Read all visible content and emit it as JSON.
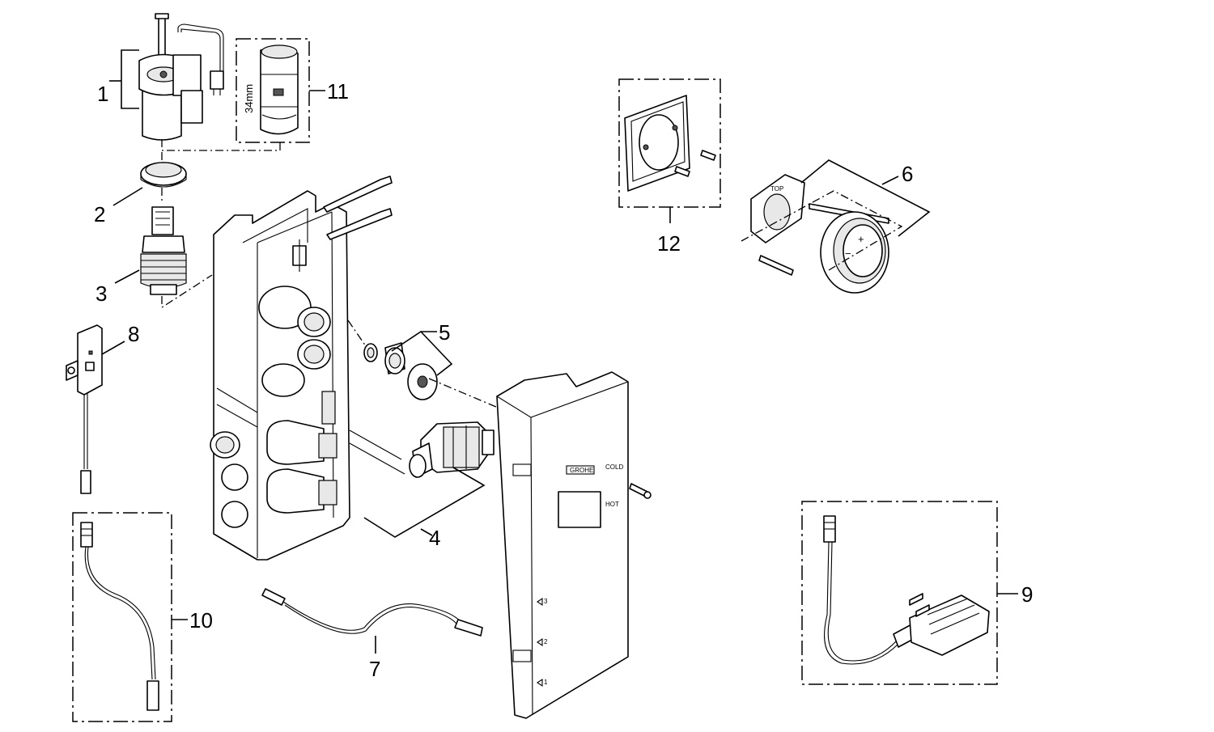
{
  "diagram": {
    "callouts": {
      "c1": "1",
      "c2": "2",
      "c3": "3",
      "c4": "4",
      "c5": "5",
      "c6": "6",
      "c7": "7",
      "c8": "8",
      "c9": "9",
      "c10": "10",
      "c11": "11",
      "c12": "12"
    },
    "tool_dimension": "34mm",
    "panel_labels": {
      "cold": "COLD",
      "hot": "HOT",
      "outlet_1": "1",
      "outlet_2": "2",
      "outlet_3": "3",
      "brand": "GROHE",
      "top": "TOP"
    }
  }
}
